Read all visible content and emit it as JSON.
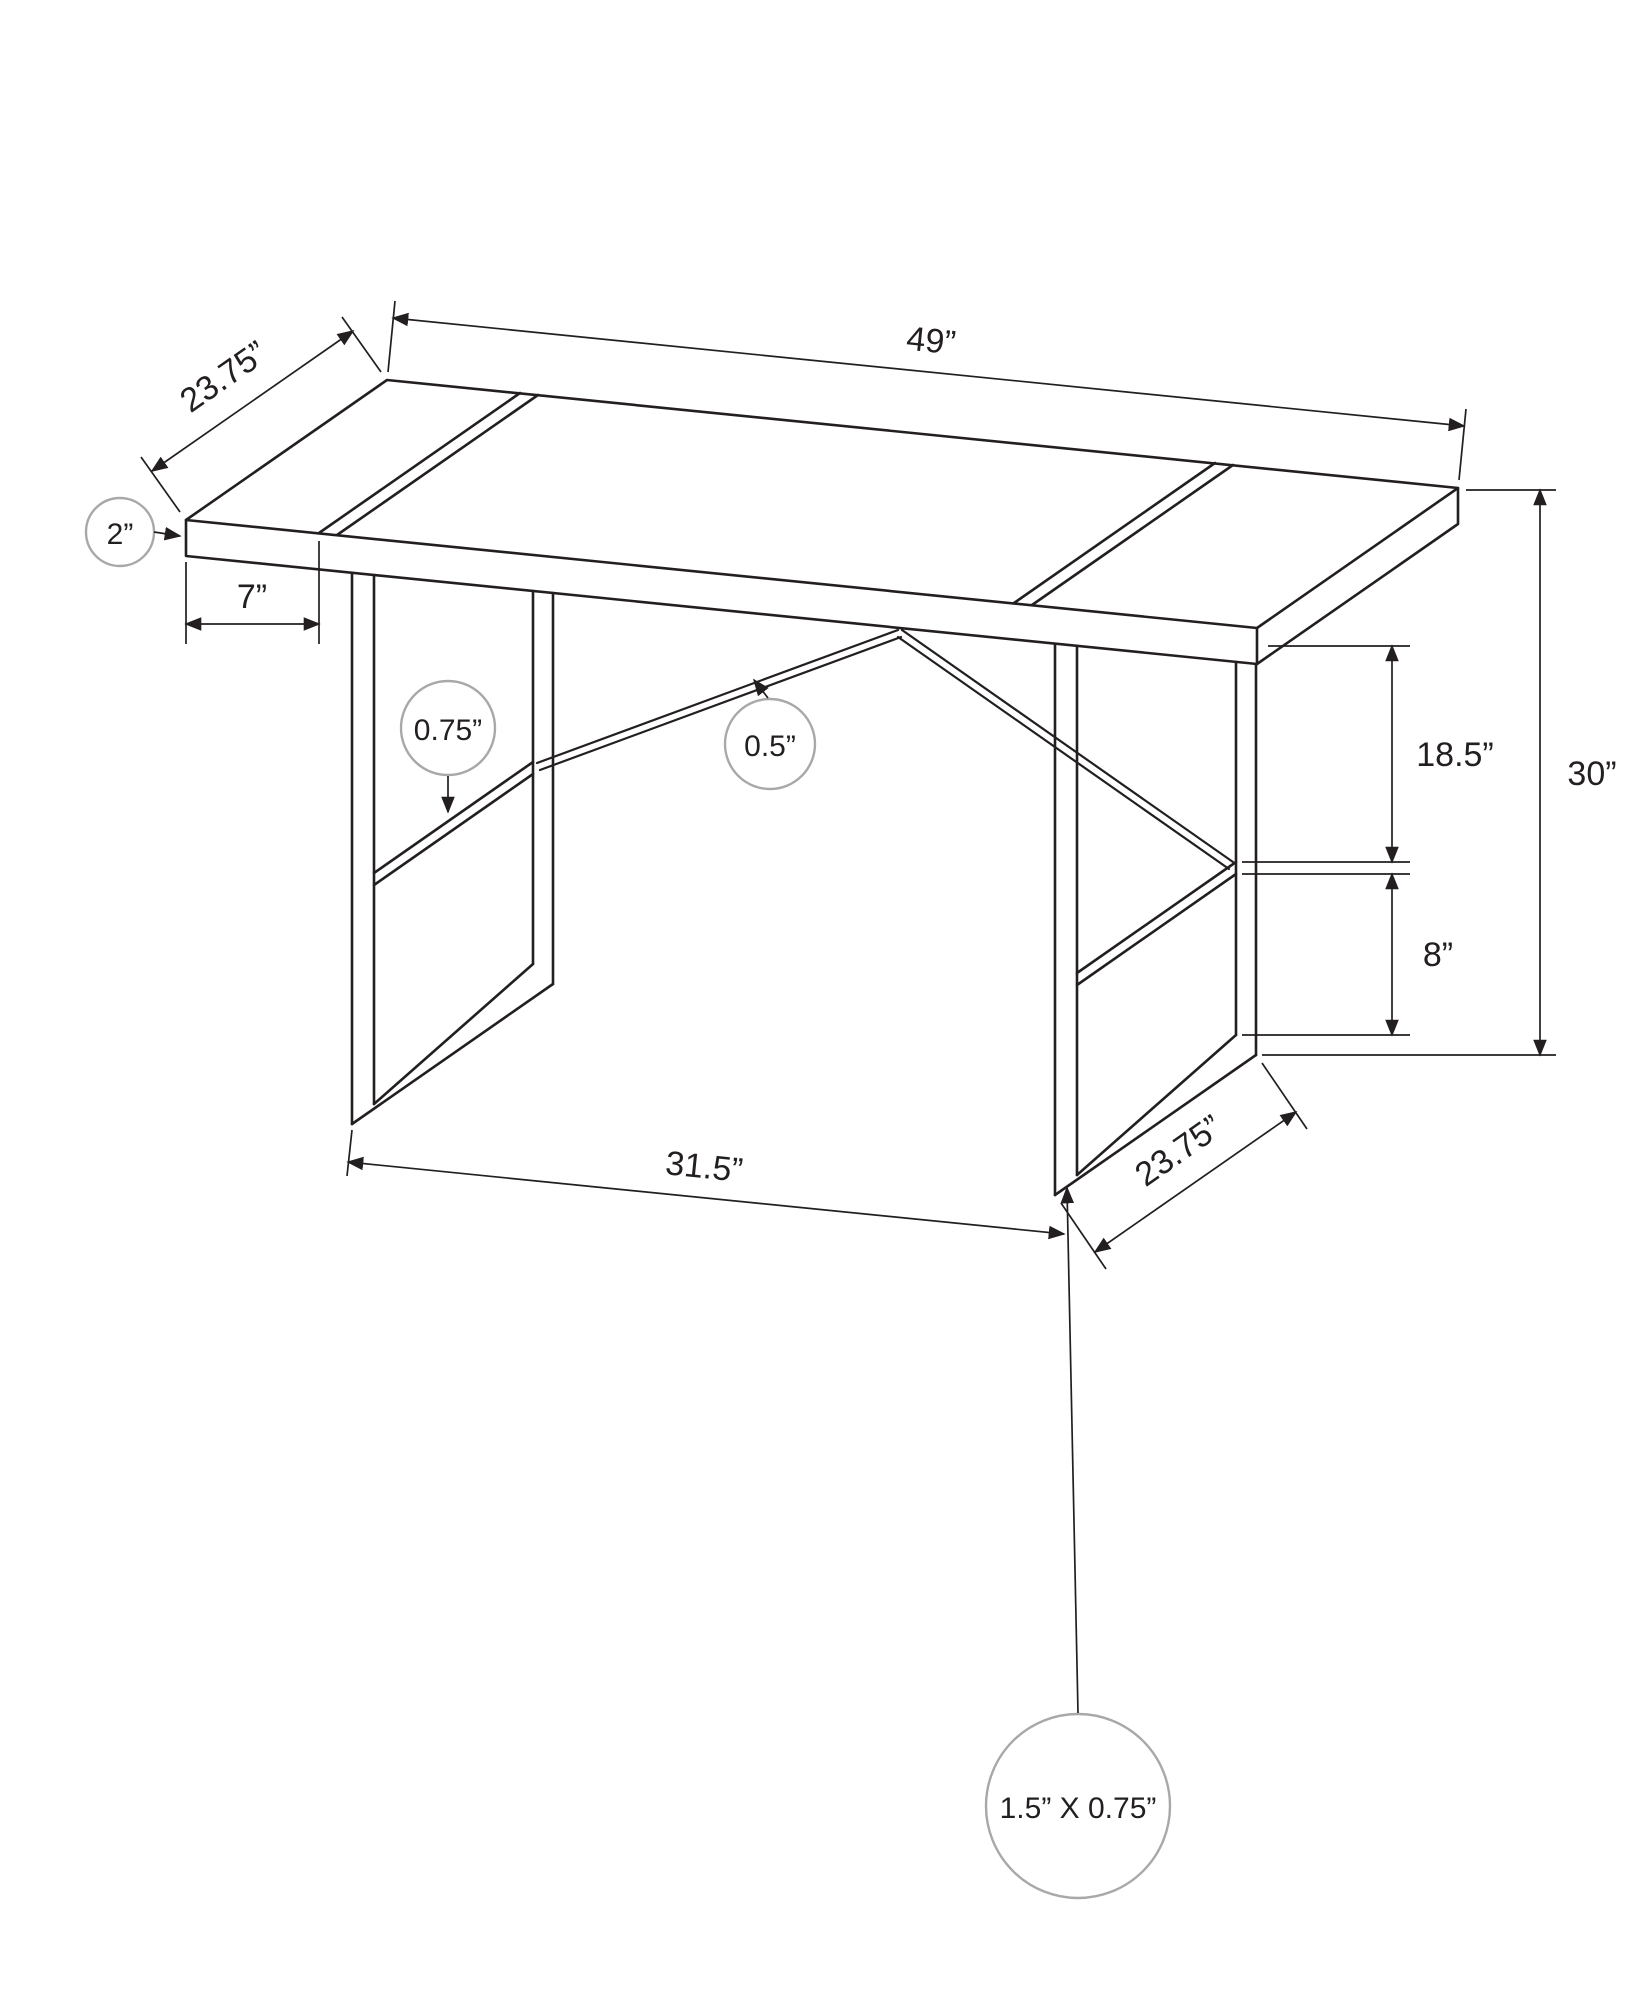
{
  "drawing": {
    "subject": "desk-dimension-diagram",
    "units": "inches",
    "colors": {
      "line": "#231f20",
      "callout_circle": "#a8a8a8",
      "background": "#ffffff"
    },
    "labels": {
      "top_width": "49”",
      "top_depth": "23.75”",
      "top_thickness": "2”",
      "leg_inset": "7”",
      "shelf_thickness": "0.75”",
      "brace_thickness": "0.5”",
      "upper_leg_height": "18.5”",
      "overall_height": "30”",
      "lower_leg_height": "8”",
      "leg_span": "31.5”",
      "leg_depth": "23.75”",
      "tube_size": "1.5” X 0.75”"
    }
  }
}
